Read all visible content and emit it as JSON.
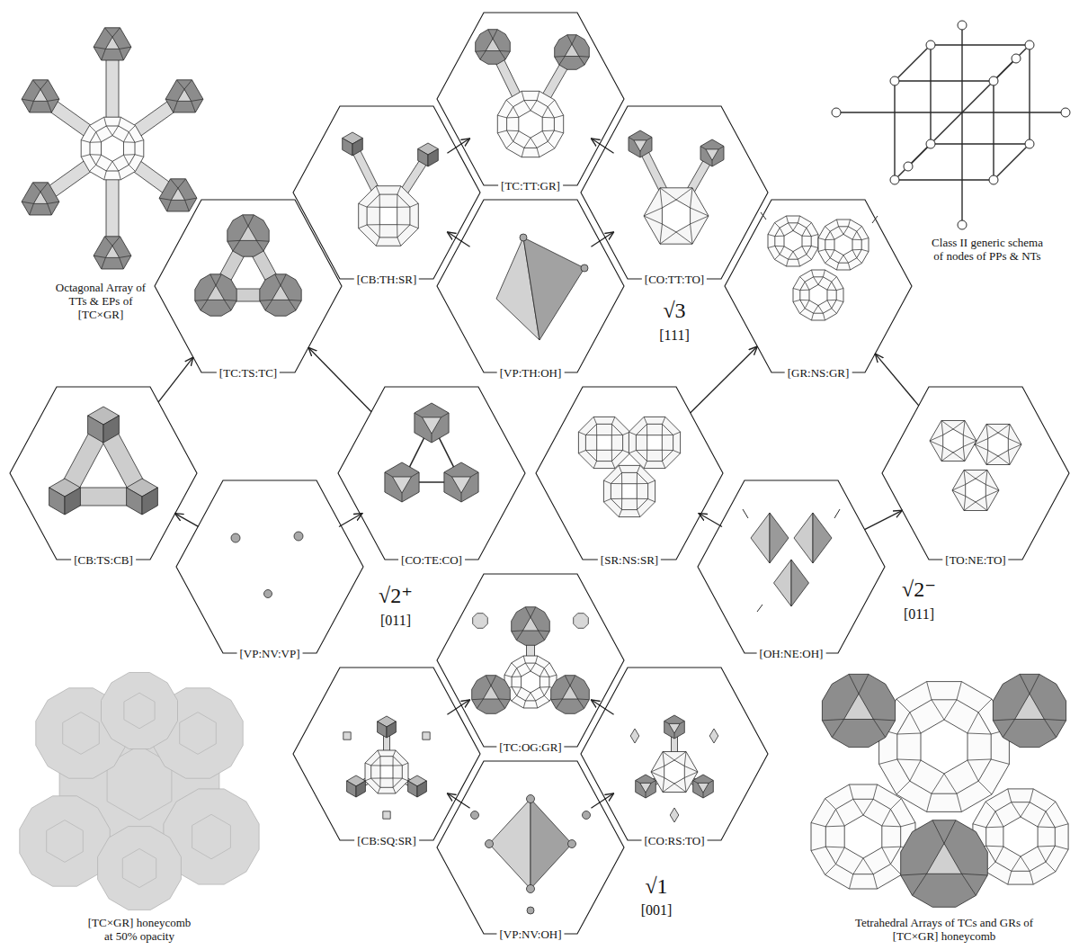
{
  "diagram": {
    "nodes": [
      {
        "text": [
          "[TC:TT:GR]"
        ]
      },
      {
        "text": [
          "[CB:TH:SR]"
        ]
      },
      {
        "text": [
          "[CO:TT:TO]"
        ]
      },
      {
        "text": [
          "[VP:TH:OH]"
        ]
      },
      {
        "text": [
          "[TC:TS:TC]"
        ]
      },
      {
        "text": [
          "[GR:NS:GR]"
        ]
      },
      {
        "text": [
          "[CB:TS:CB]"
        ]
      },
      {
        "text": [
          "[CO:TE:CO]"
        ]
      },
      {
        "text": [
          "[SR:NS:SR]"
        ]
      },
      {
        "text": [
          "[TO:NE:TO]"
        ]
      },
      {
        "text": [
          "[VP:NV:VP]"
        ]
      },
      {
        "text": [
          "[OH:NE:OH]"
        ]
      },
      {
        "text": [
          "[TC:OG:GR]"
        ]
      },
      {
        "text": [
          "[CB:SQ:SR]"
        ]
      },
      {
        "text": [
          "[CO:RS:TO]"
        ]
      },
      {
        "text": [
          "[VP:NV:OH]"
        ]
      }
    ],
    "edges": [
      {
        "from": 3,
        "to": 1,
        "arrow": "to"
      },
      {
        "from": 3,
        "to": 2,
        "arrow": "to"
      },
      {
        "from": 1,
        "to": 0,
        "arrow": "to"
      },
      {
        "from": 2,
        "to": 0,
        "arrow": "to"
      },
      {
        "from": 10,
        "to": 6,
        "arrow": "to"
      },
      {
        "from": 10,
        "to": 7,
        "arrow": "to"
      },
      {
        "from": 6,
        "to": 4,
        "arrow": "to"
      },
      {
        "from": 7,
        "to": 4,
        "arrow": "to"
      },
      {
        "from": 11,
        "to": 8,
        "arrow": "to"
      },
      {
        "from": 11,
        "to": 9,
        "arrow": "to"
      },
      {
        "from": 8,
        "to": 5,
        "arrow": "to"
      },
      {
        "from": 9,
        "to": 5,
        "arrow": "to"
      },
      {
        "from": 15,
        "to": 13,
        "arrow": "to"
      },
      {
        "from": 15,
        "to": 14,
        "arrow": "to"
      },
      {
        "from": 13,
        "to": 12,
        "arrow": "to"
      },
      {
        "from": 14,
        "to": 12,
        "arrow": "to"
      }
    ],
    "labels": [
      "Octagonal Array of TTs & EPs of [TC×GR]",
      "Class II generic schema of nodes of PPs & NTs",
      "√3",
      "[111]",
      "√2⁺",
      "[011]",
      "√2⁻",
      "[011]",
      "√1",
      "[001]",
      "[TC×GR] honeycomb at 50% opacity",
      "Tetrahedral Arrays of TCs and GRs of [TC×GR] honeycomb"
    ]
  }
}
